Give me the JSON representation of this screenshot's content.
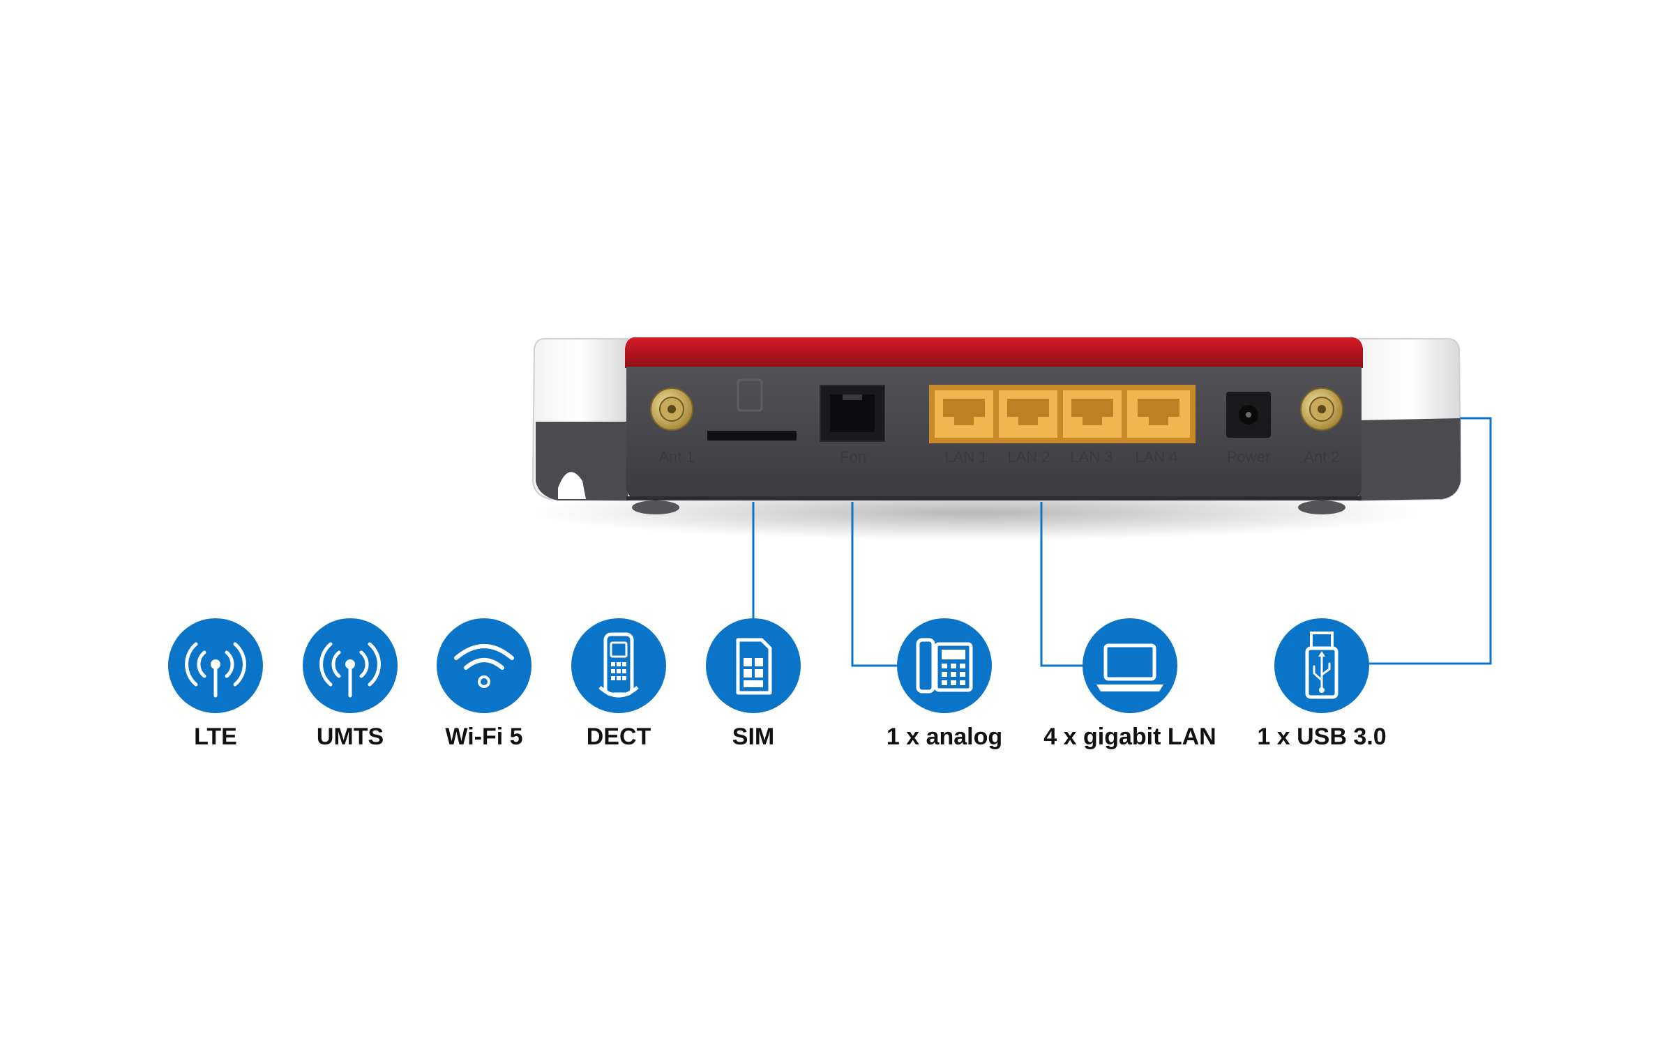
{
  "colors": {
    "accent_blue": "#0a74c8",
    "router_red": "#b0121b",
    "router_gray": "#4a4a4f",
    "port_yellow": "#f0b44a"
  },
  "router": {
    "port_labels": {
      "ant1": "Ant 1",
      "fon": "Fon",
      "lan1": "LAN 1",
      "lan2": "LAN 2",
      "lan3": "LAN 3",
      "lan4": "LAN 4",
      "power": "Power",
      "ant2": "Ant 2"
    }
  },
  "features": [
    {
      "label": "LTE",
      "icon": "lte-antenna-icon"
    },
    {
      "label": "UMTS",
      "icon": "umts-antenna-icon"
    },
    {
      "label": "Wi-Fi 5",
      "icon": "wifi-icon"
    },
    {
      "label": "DECT",
      "icon": "dect-handset-icon"
    },
    {
      "label": "SIM",
      "icon": "sim-card-icon"
    },
    {
      "label": "1 x analog",
      "icon": "analog-phone-icon"
    },
    {
      "label": "4 x gigabit LAN",
      "icon": "laptop-icon"
    },
    {
      "label": "1 x USB 3.0",
      "icon": "usb-stick-icon"
    }
  ]
}
